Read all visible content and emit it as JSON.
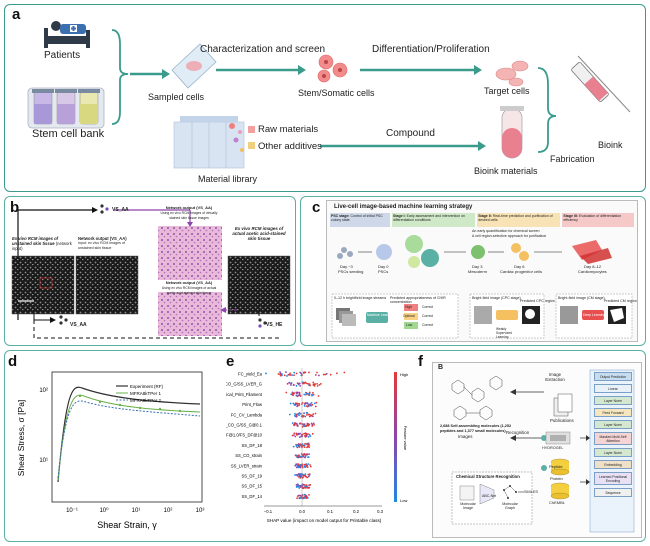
{
  "panel_a": {
    "label": "a",
    "patients": "Patients",
    "stem_cell_bank": "Stem cell bank",
    "char_screen": "Characterization and screen",
    "sampled_cells": "Sampled cells",
    "stem_somatic": "Stem/Somatic cells",
    "diff_prolif": "Differentiation/Proliferation",
    "target_cells": "Target cells",
    "raw_materials": "Raw materials",
    "other_additives": "Other additives",
    "material_library": "Material library",
    "compound": "Compound",
    "bioink_materials": "Bioink materials",
    "fabrication": "Fabrication",
    "bioink": "Bioink"
  },
  "panel_b": {
    "label": "b",
    "ex_vivo_left": "Ex vivo RCM images of unstained skin tissue",
    "network_input": "(network input)",
    "network_output_left": "Network output (VS_AA)",
    "network_output_left_sub": "Input: ex vivo RCM images of unstained skin tissue",
    "network_output_top": "Network output (VS_AA)",
    "network_output_top_sub": "Using ex vivo RCM images of virtually stained skin tissue images",
    "network_output_mid": "Network output (VS_AA)",
    "network_output_mid_sub": "Using ex vivo RCM images of actual acetic acid-stained skin tissue",
    "ex_vivo_right": "Ex vivo RCM images of actual acetic acid-stained skin tissue",
    "vs_aa_top": "VS_AA",
    "vs_aa_bottom": "VS_AA",
    "vs_he": "VS_HE"
  },
  "panel_c": {
    "label": "c",
    "title": "Live-cell image-based machine learning strategy",
    "stages": [
      {
        "name": "PSC stage:",
        "desc": "Control of initial PSC colony state",
        "color": "#cfd8e8"
      },
      {
        "name": "Stage I:",
        "desc": "Early assessment and intervention on differentiation conditions",
        "color": "#cfe8c8"
      },
      {
        "name": "Stage II:",
        "desc": "Real-time prediction and purification of desired cells",
        "color": "#f7e3b5"
      },
      {
        "name": "Stage III:",
        "desc": "Evaluation of differentiation efficiency",
        "color": "#f6c9c9"
      }
    ],
    "bullets": [
      "An early quantification for chemical screen",
      "A cell region-selective approach for purification"
    ],
    "timeline": [
      {
        "day": "Day −3",
        "desc": "PSCs seeding"
      },
      {
        "day": "Day 0",
        "desc": "PSCs"
      },
      {
        "day": "Day 3",
        "desc": "Mesoderm"
      },
      {
        "day": "Day 6",
        "desc": "Cardiac progenitor cells"
      },
      {
        "day": "Day 8–12",
        "desc": "Cardiomyocytes"
      }
    ],
    "sub1_title": "0–12 h brightfield image streams",
    "sub1_pred": "Predicted appropriateness of CHIR concentration",
    "ml_label": "Machine Learning",
    "levels": [
      "High",
      "Optimal",
      "Low"
    ],
    "results": [
      "Correct",
      "Correct",
      "Correct"
    ],
    "sub2_title": "Bright-field image (CPC stage)",
    "sub2_pred": "Predicted CPC region",
    "weak_label": "Weakly Supervised Learning",
    "sub3_title": "Bright-field image (CM stage)",
    "sub3_pred": "Predicted CM region",
    "deep_label": "Deep Learning"
  },
  "panel_d": {
    "label": "d",
    "ylabel": "Shear Stress, σ [Pa]",
    "xlabel": "Shear Strain, γ",
    "legend": [
      "Experiment (RF)",
      "MFRA8kTPer 1",
      "MFRA8kTPer 2"
    ],
    "xticks": [
      "10⁻¹",
      "10⁰",
      "10¹",
      "10²",
      "10³"
    ],
    "yticks": [
      "10²",
      "10¹"
    ]
  },
  "panel_e": {
    "label": "e",
    "features": [
      "FC_yield_Ea",
      "ratio_SS_CO_G/SS_LVER_G",
      "logical_Print_Filament",
      "Print_Flow",
      "FC_CV_Lambda",
      "ratio_SS_CO_G/SS_G@0.1",
      "ratio_FS_DF@1.0/FS_DF@10",
      "SS_DF_18",
      "SS_CO_strain",
      "SS_LVER_strain",
      "SS_DF_19",
      "SS_DF_15",
      "SS_DF_14"
    ],
    "xlabel": "SHAP value (impact on model output for Printable class)",
    "xticks": [
      "−0.1",
      "0.0",
      "0.1",
      "0.2",
      "0.3"
    ],
    "colorbar_high": "High",
    "colorbar_low": "Low",
    "colorbar_label": "Feature value"
  },
  "panel_f": {
    "label": "f",
    "inner_label": "B",
    "image_extraction": "Image Extraction",
    "publications": "Publications",
    "peptides_note": "2,688 Self-assembling molecules (1,252 peptides and 1,377 small molecules)",
    "images": "Images",
    "recognition": "Recognition",
    "hydrogel": "HYDROGEL",
    "csr": "Chemical Structure Recognition",
    "molecular_image": "Molecular Image",
    "abc_net": "ABC-Net",
    "molecular_graph": "Molecular Graph",
    "smiles": "SMILES",
    "peptide": "Peptide",
    "protein": "Protein",
    "chembl": "ChEMBL",
    "arch": [
      "Output Prediction",
      "Linear",
      "Layer Norm",
      "Feed Forward",
      "Layer Norm",
      "Masked Multi-Self Attention",
      "Layer Norm",
      "Embedding",
      "Learned Positional Encoding",
      "Sequence"
    ]
  }
}
